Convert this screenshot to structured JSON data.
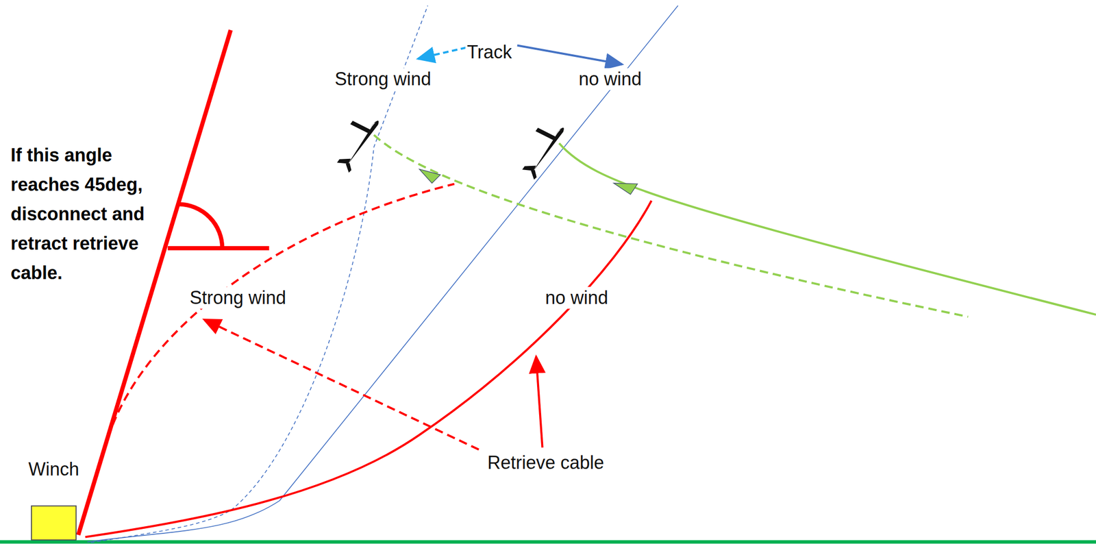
{
  "diagram": {
    "nodes": [
      {
        "text": [
          "Winch"
        ]
      }
    ],
    "labels": [
      "Track",
      "Strong wind",
      "no wind",
      "If this angle reaches 45deg, disconnect and retract retrieve cable.",
      "Strong wind",
      "no wind",
      "Retrieve cable"
    ]
  }
}
